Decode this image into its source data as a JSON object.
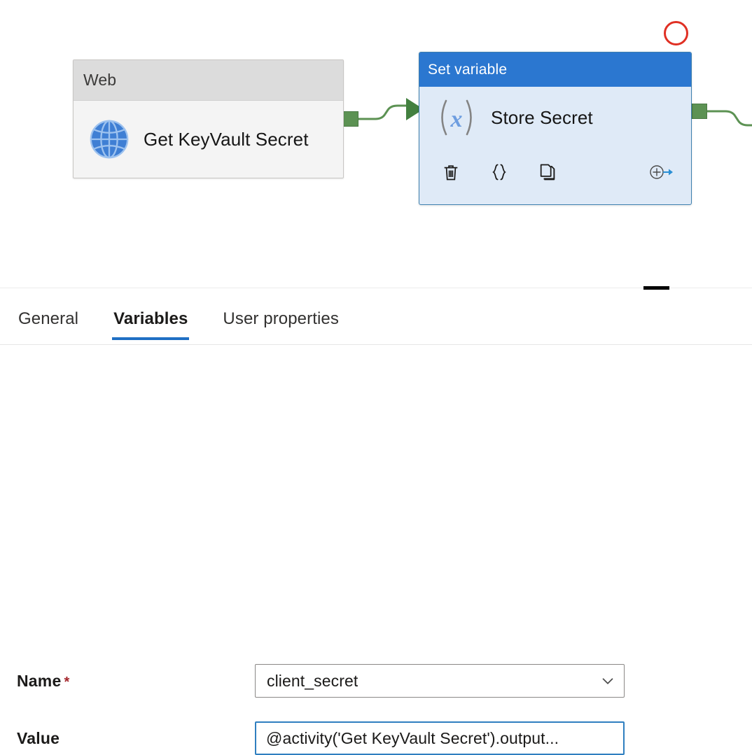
{
  "canvas": {
    "activities": [
      {
        "id": "web-activity",
        "type_label": "Web",
        "name": "Get KeyVault Secret",
        "icon": "globe-icon",
        "selected": false
      },
      {
        "id": "set-variable-activity",
        "type_label": "Set variable",
        "name": "Store Secret",
        "icon": "variable-function-icon",
        "selected": true,
        "toolbar": [
          {
            "name": "delete-icon",
            "label": "Delete"
          },
          {
            "name": "code-braces-icon",
            "label": "Code"
          },
          {
            "name": "copy-icon",
            "label": "Clone"
          },
          {
            "name": "add-output-icon",
            "label": "Add output"
          }
        ]
      }
    ],
    "connectors": [
      {
        "from": "web-activity",
        "to": "set-variable-activity",
        "color": "#5c9253"
      },
      {
        "from": "set-variable-activity",
        "to": "",
        "color": "#5c9253"
      }
    ],
    "annotation": {
      "shape": "circle",
      "color": "#e03024"
    },
    "colors": {
      "web_header": "#dcdcdc",
      "web_body": "#f4f4f4",
      "setvar_header": "#2b77d0",
      "setvar_body": "#dfeaf7",
      "setvar_border": "#3d7fae",
      "connector": "#5c9253",
      "annotation": "#e03024"
    }
  },
  "panel": {
    "tabs": [
      {
        "label": "General",
        "active": false
      },
      {
        "label": "Variables",
        "active": true
      },
      {
        "label": "User properties",
        "active": false
      }
    ],
    "active_tab_accent": "#1f6fc4",
    "fields": {
      "name": {
        "label": "Name",
        "required_marker": "*",
        "value": "client_secret",
        "control": "dropdown",
        "chevron": "chevron-down-icon"
      },
      "value": {
        "label": "Value",
        "required_marker": "",
        "value": "@activity('Get KeyVault Secret').output...",
        "control": "textbox",
        "focused": true,
        "focus_color": "#2f7fc0"
      }
    }
  }
}
